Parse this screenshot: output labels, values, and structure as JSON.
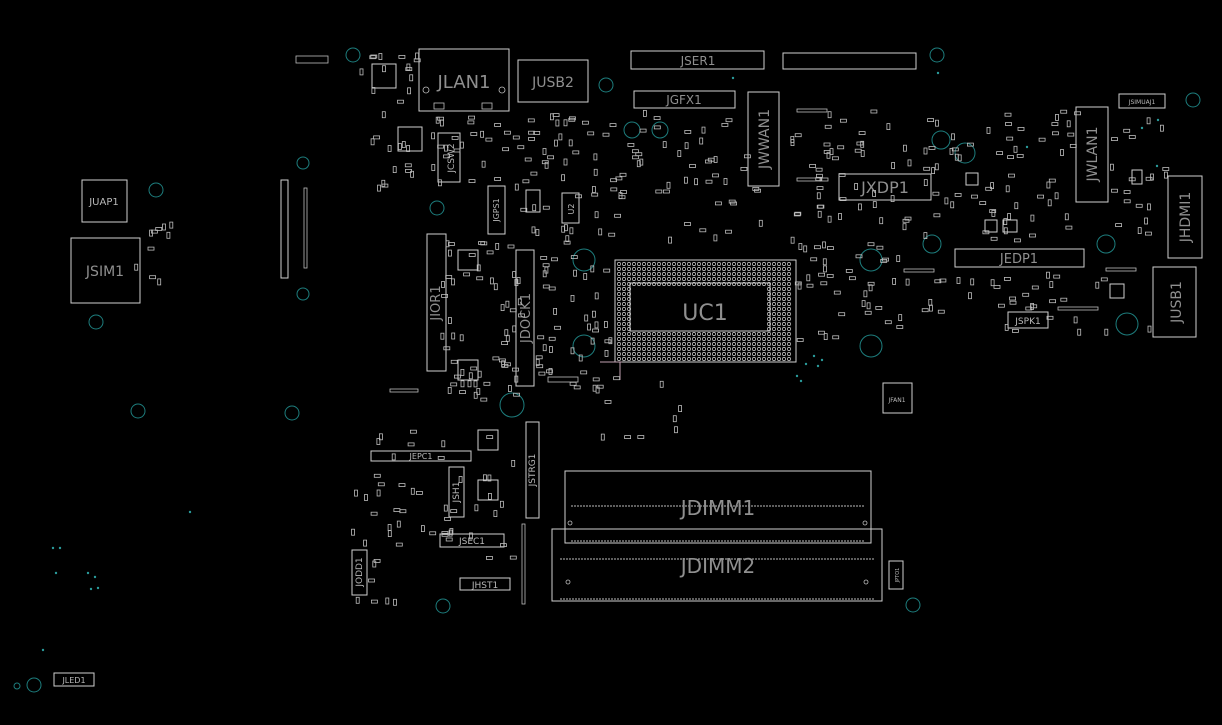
{
  "board": {
    "background": "#000000",
    "outline_color": "#cfcfcf",
    "via_color": "#1d7d7d"
  },
  "labels": {
    "jlan1": "JLAN1",
    "jusb2": "JUSB2",
    "jser1": "JSER1",
    "jgfx1": "JGFX1",
    "jwwan1": "JWWAN1",
    "jwlan1": "JWLAN1",
    "jxdp1": "JXDP1",
    "jhdmi1": "JHDMI1",
    "jsim1": "JSIM1",
    "juap1": "JUAP1",
    "jedp1": "JEDP1",
    "jusb1": "JUSB1",
    "jspk1": "JSPK1",
    "uc1": "UC1",
    "jior1": "JIOR1",
    "jdock1": "JDOCK1",
    "jepc1": "JEPC1",
    "jsh1": "JSH1",
    "jstrg1": "JSTRG1",
    "jsec1": "JSEC1",
    "jhst1": "JHST1",
    "jodd1": "JODD1",
    "jled1": "JLED1",
    "jdimm1": "JDIMM1",
    "jdimm2": "JDIMM2",
    "jfan1": "JFAN1",
    "jcsw2": "JCSW2",
    "jgps1": "JGPS1",
    "u2": "U2",
    "jsimuaj1": "JSIMUAJ1",
    "jpto1": "JPTO1"
  }
}
